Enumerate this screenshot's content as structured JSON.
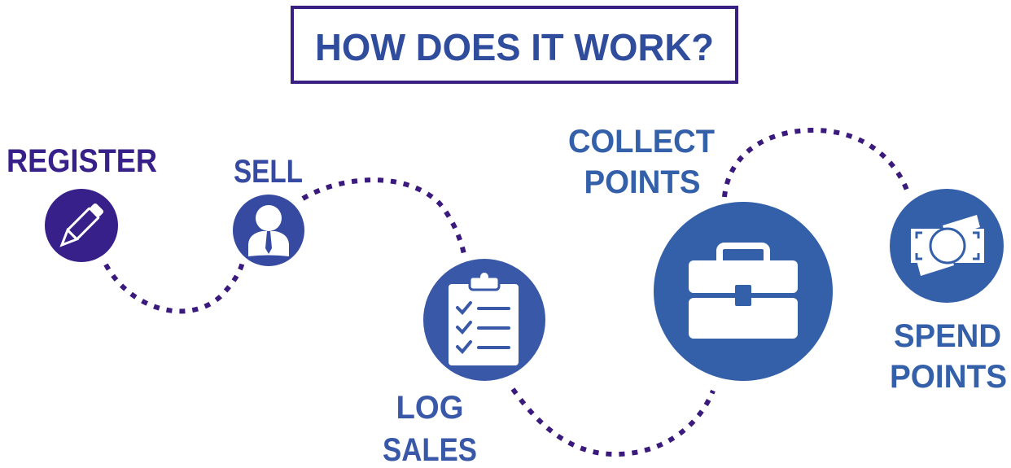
{
  "title": "HOW DOES IT WORK?",
  "steps": [
    {
      "label_lines": [
        "REGISTER"
      ],
      "icon": "pencil-icon"
    },
    {
      "label_lines": [
        "SELL"
      ],
      "icon": "salesperson-icon"
    },
    {
      "label_lines": [
        "LOG",
        "SALES"
      ],
      "icon": "clipboard-checklist-icon"
    },
    {
      "label_lines": [
        "COLLECT",
        "POINTS"
      ],
      "icon": "briefcase-icon"
    },
    {
      "label_lines": [
        "SPEND",
        "POINTS"
      ],
      "icon": "money-icon"
    }
  ],
  "colors": {
    "purple": "#38208a",
    "blue_dark": "#354aa0",
    "blue": "#3460aa",
    "title_text": "#2f4d9c",
    "title_border": "#3a1f82",
    "dots": "#3a1a7c"
  }
}
